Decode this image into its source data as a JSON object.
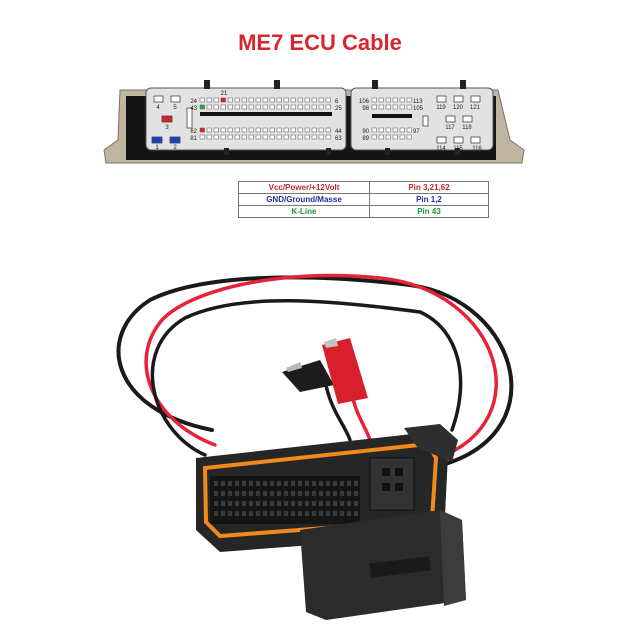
{
  "title": "ME7 ECU Cable",
  "connector": {
    "left_labels": {
      "p4": "4",
      "p5": "5",
      "p3": "3",
      "p1": "1",
      "p2": "2"
    },
    "row_labels": {
      "p24": "24",
      "p21": "21",
      "p43": "43",
      "p62": "62",
      "p81": "81",
      "p6": "6",
      "p25": "25",
      "p44": "44",
      "p63": "63"
    },
    "mid_labels": {
      "p106": "106",
      "p98": "98",
      "p90": "90",
      "p113": "113",
      "p105": "105",
      "p97": "97",
      "p89": "89"
    },
    "right_labels": {
      "p119": "119",
      "p120": "120",
      "p121": "121",
      "p117": "117",
      "p118": "118",
      "p114": "114",
      "p115": "115",
      "p116": "116"
    }
  },
  "pin_table": [
    {
      "label": "Vcc/Power/+12Volt",
      "value": "Pin 3,21,62",
      "label_color": "#c0282d",
      "value_color": "#c0282d"
    },
    {
      "label": "GND/Ground/Masse",
      "value": "Pin 1,2",
      "label_color": "#1f2fa0",
      "value_color": "#1f2fa0"
    },
    {
      "label": "K-Line",
      "value": "Pin 43",
      "label_color": "#1e9a3a",
      "value_color": "#1e9a3a"
    }
  ],
  "colors": {
    "title": "#d8262d",
    "power_pin": "#e02020",
    "ground_pin": "#1a3fd0",
    "kline_pin": "#20b040",
    "red_wire": "#e8223a",
    "black_wire": "#1a1a1a",
    "connector_body": "#2a2a2a",
    "orange_seal": "#f08a1c"
  }
}
